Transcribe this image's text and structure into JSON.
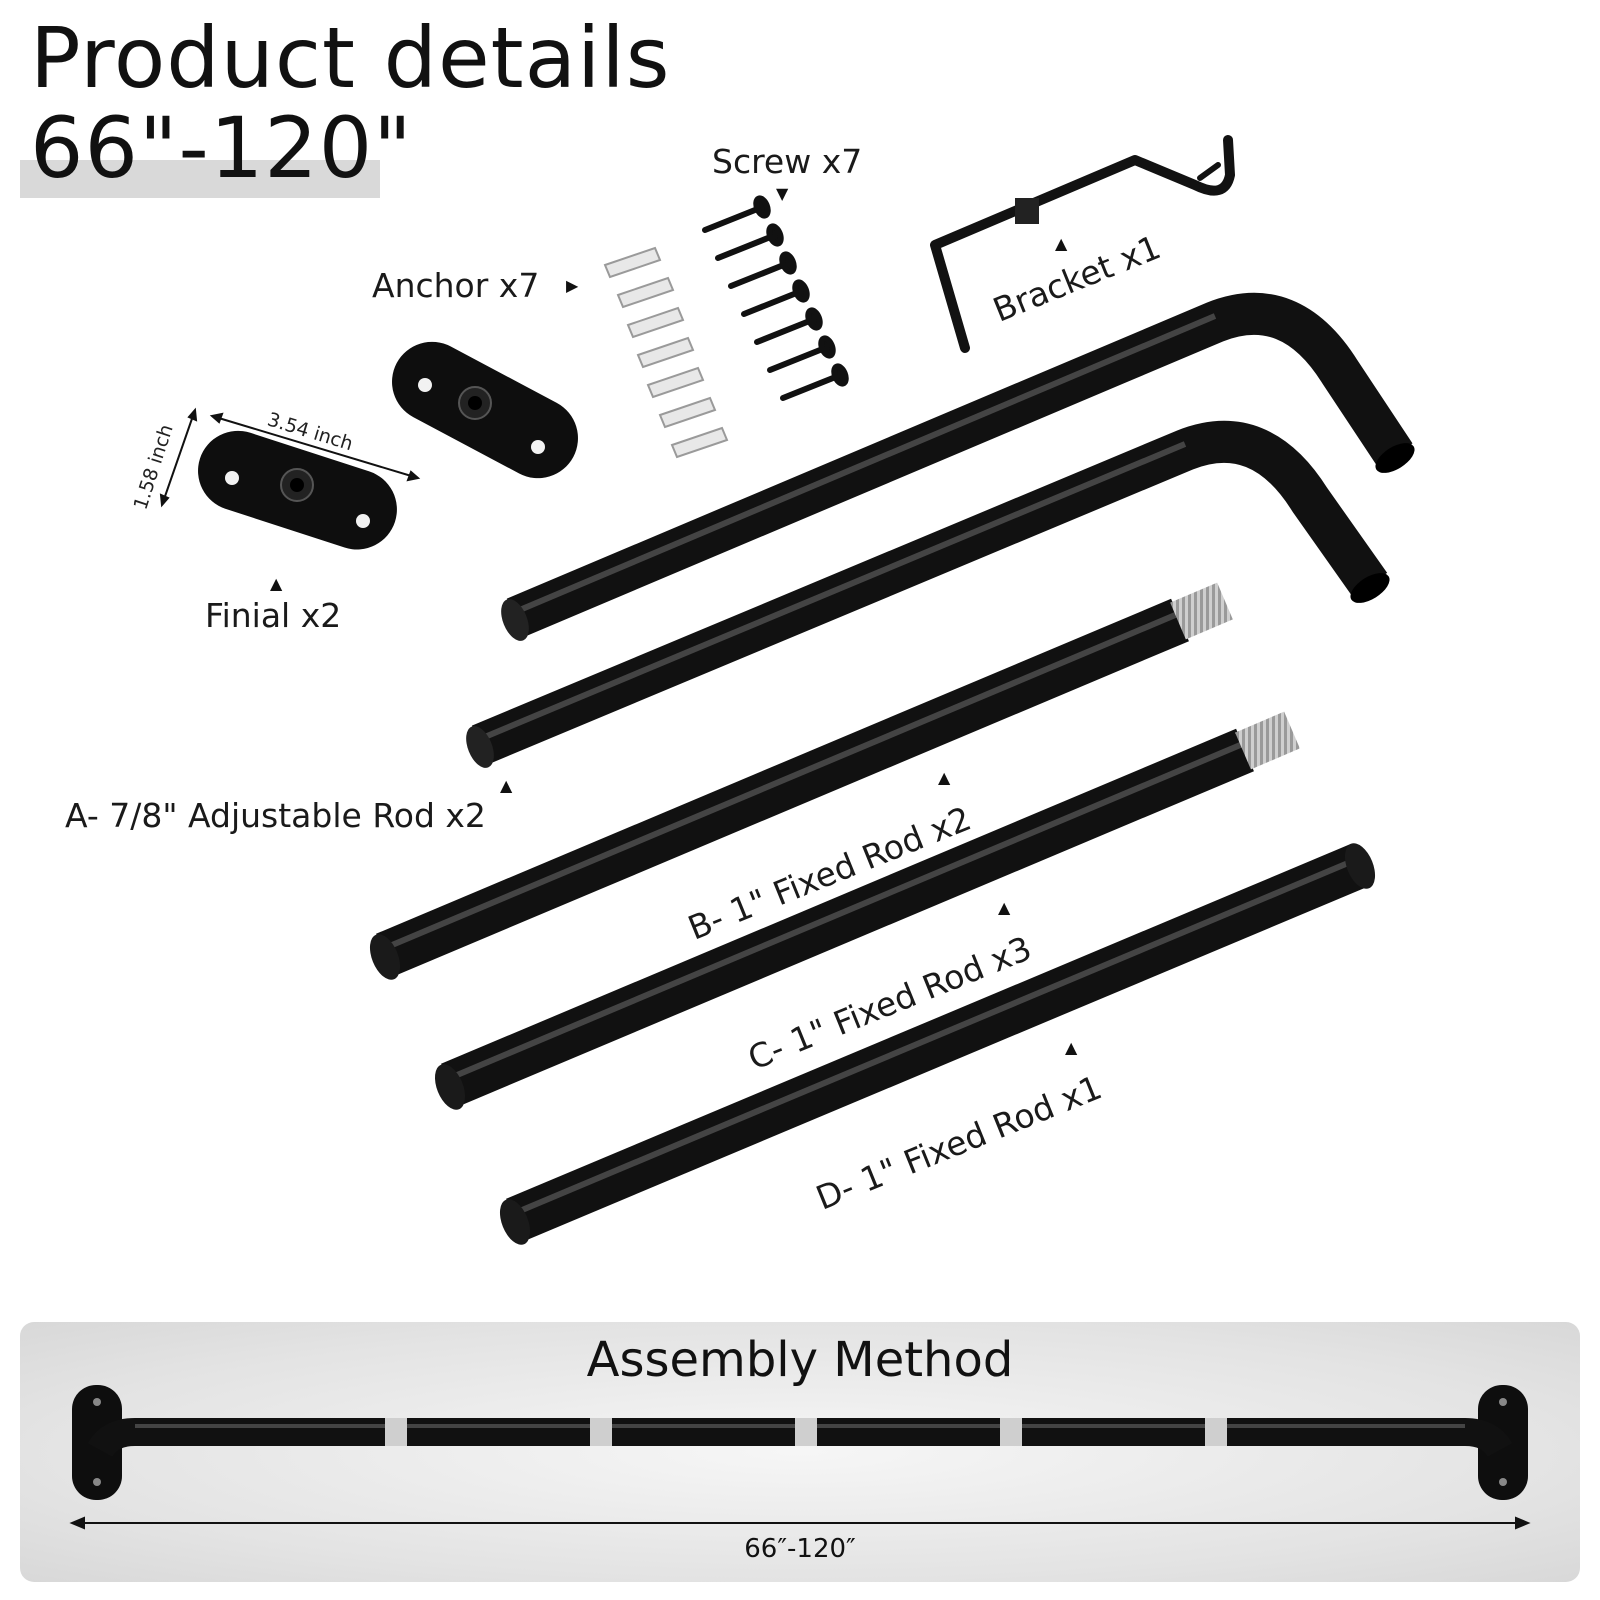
{
  "header": {
    "title": "Product details",
    "size_range": "66\"-120\""
  },
  "parts": {
    "screw": "Screw x7",
    "anchor": "Anchor x7",
    "bracket": "Bracket x1",
    "finial": "Finial x2",
    "rod_a": "A- 7/8\" Adjustable Rod x2",
    "rod_b": "B- 1\" Fixed Rod x2",
    "rod_c": "C- 1\" Fixed Rod x3",
    "rod_d": "D- 1\" Fixed Rod x1"
  },
  "finial_dimensions": {
    "width": "3.54 inch",
    "height": "1.58 inch"
  },
  "assembly": {
    "title": "Assembly Method",
    "length": "66″-120″"
  },
  "colors": {
    "rod": "#141414",
    "thread": "#c8c8c8",
    "anchor": "#e6e6e6",
    "panel": "#e3e3e3",
    "band": "#d9d9d9"
  },
  "icons": {
    "marker": "triangle-marker-icon"
  }
}
